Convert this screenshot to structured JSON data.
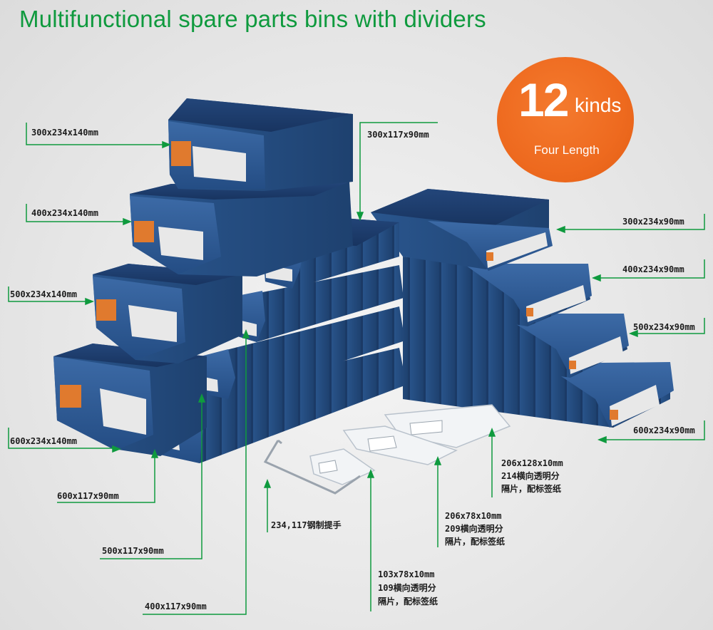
{
  "title": "Multifunctional spare parts bins with dividers",
  "badge": {
    "number": "12",
    "unit": "kinds",
    "subtitle": "Four Length",
    "color": "#ee6a1f"
  },
  "colors": {
    "bin": "#2f5a92",
    "bin_dark": "#1f3f6e",
    "accent": "#0f9a3e"
  },
  "labels": {
    "l300_234_140": "300x234x140mm",
    "l400_234_140": "400x234x140mm",
    "l500_234_140": "500x234x140mm",
    "l600_234_140": "600x234x140mm",
    "l600_117_90": "600x117x90mm",
    "l500_117_90": "500x117x90mm",
    "l400_117_90": "400x117x90mm",
    "l300_117_90": "300x117x90mm",
    "r300_234_90": "300x234x90mm",
    "r400_234_90": "400x234x90mm",
    "r500_234_90": "500x234x90mm",
    "r600_234_90": "600x234x90mm",
    "handle": "234,117钢制提手",
    "div206_1": "206x128x10mm",
    "div206_2": "214横向透明分",
    "div206_3": "隔片，配标签纸",
    "div78_1": "206x78x10mm",
    "div78_2": "209横向透明分",
    "div78_3": "隔片，配标签纸",
    "div103_1": "103x78x10mm",
    "div103_2": "109横向透明分",
    "div103_3": "隔片，配标签纸"
  }
}
